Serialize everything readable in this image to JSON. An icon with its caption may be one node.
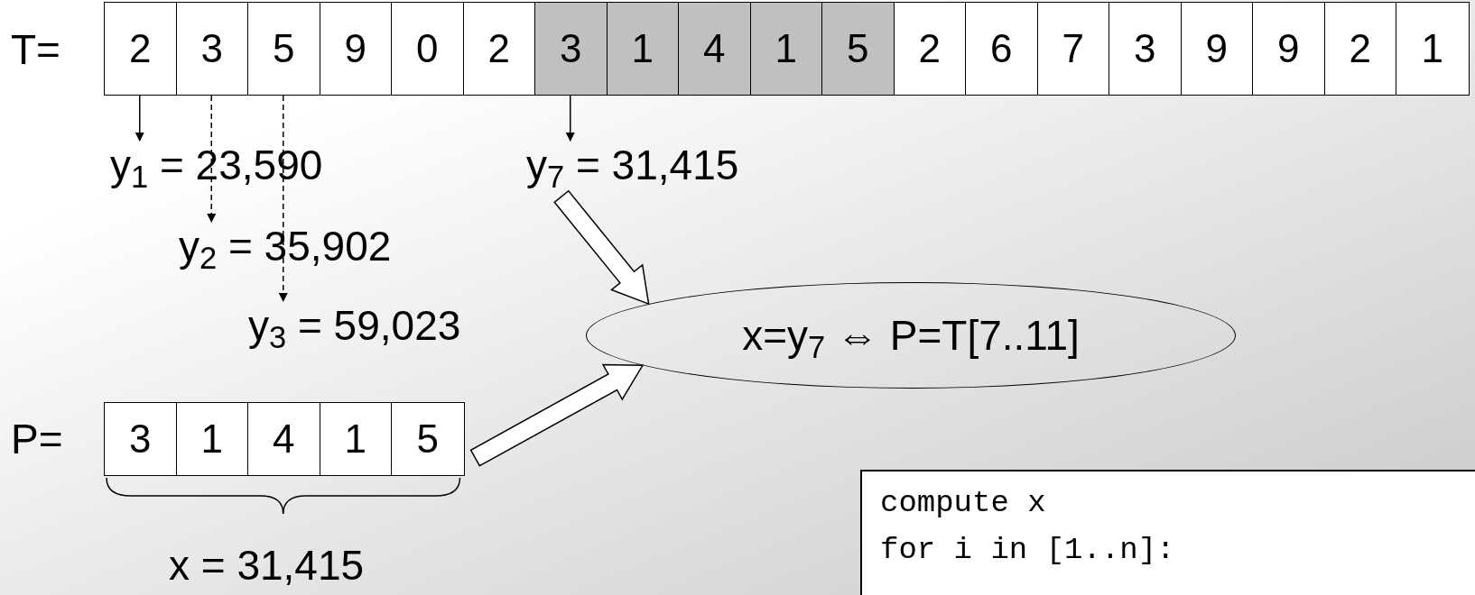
{
  "diagram": {
    "nodes": [
      {
        "text": [],
        "shape": "box"
      },
      {
        "text": [
          "2"
        ],
        "in": 0
      },
      {
        "text": [
          "3"
        ],
        "in": 0
      },
      {
        "text": [
          "5"
        ],
        "in": 0
      },
      {
        "text": [
          "9"
        ],
        "in": 0
      },
      {
        "text": [
          "0"
        ],
        "in": 0
      },
      {
        "text": [
          "2"
        ],
        "in": 0
      },
      {
        "text": [
          "3"
        ],
        "in": 0
      },
      {
        "text": [
          "1"
        ],
        "in": 0
      },
      {
        "text": [
          "4"
        ],
        "in": 0
      },
      {
        "text": [
          "1"
        ],
        "in": 0
      },
      {
        "text": [
          "5"
        ],
        "in": 0
      },
      {
        "text": [
          "2"
        ],
        "in": 0
      },
      {
        "text": [
          "6"
        ],
        "in": 0
      },
      {
        "text": [
          "7"
        ],
        "in": 0
      },
      {
        "text": [
          "3"
        ],
        "in": 0
      },
      {
        "text": [
          "9"
        ],
        "in": 0
      },
      {
        "text": [
          "9"
        ],
        "in": 0
      },
      {
        "text": [
          "2"
        ],
        "in": 0
      },
      {
        "text": [
          "1"
        ],
        "in": 0
      },
      {
        "text": [
          "y$_{1}$ = 23,590"
        ]
      },
      {
        "text": [
          "y$_{2}$ = 35,902"
        ]
      },
      {
        "text": [
          "y$_{3}$ = 59,023"
        ]
      },
      {
        "text": [
          "y$_{7}$ = 31,415"
        ]
      },
      {
        "text": [
          "x=y$_{7}$ ⇔ P=T[7..11]"
        ]
      },
      {
        "text": [],
        "shape": "box"
      },
      {
        "text": [
          "3"
        ],
        "in": 25
      },
      {
        "text": [
          "1"
        ],
        "in": 25
      },
      {
        "text": [
          "4"
        ],
        "in": 25
      },
      {
        "text": [
          "1"
        ],
        "in": 25
      },
      {
        "text": [
          "5"
        ],
        "in": 25
      },
      {
        "text": [
          "x = 31,415"
        ]
      },
      {
        "text": [
          "compute x",
          "for i in [1..n]:"
        ]
      }
    ],
    "edges": [
      {
        "from": 1,
        "to": 20,
        "arrow": "to"
      },
      {
        "from": 2,
        "to": 21,
        "arrow": "to",
        "style": "dashed"
      },
      {
        "from": 3,
        "to": 22,
        "arrow": "to",
        "style": "dashed"
      },
      {
        "from": 7,
        "to": 23,
        "arrow": "to"
      },
      {
        "from": 23,
        "to": 24,
        "arrow": "to",
        "style": "thick"
      },
      {
        "from": 25,
        "to": 24,
        "arrow": "to",
        "style": "thick"
      }
    ],
    "labels": [
      "T=",
      "P="
    ]
  }
}
